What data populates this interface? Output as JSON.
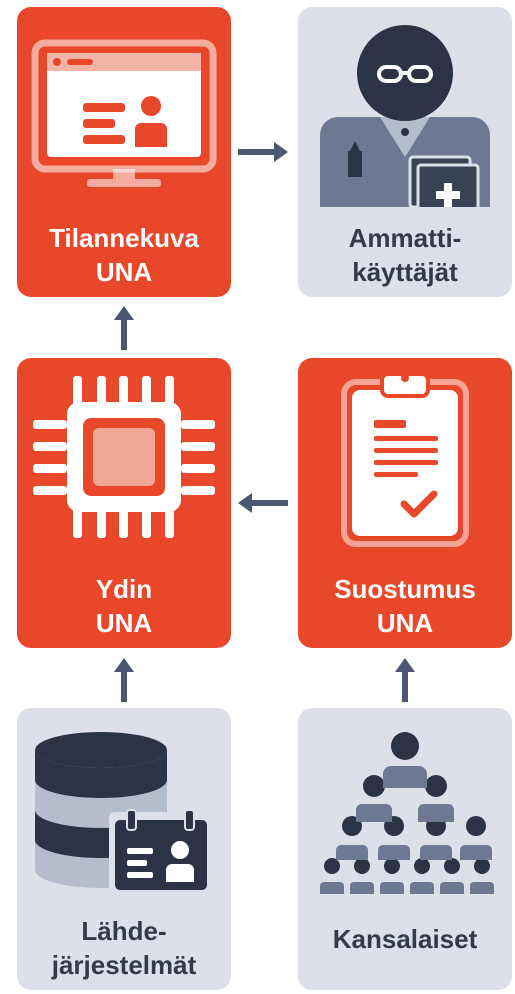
{
  "nodes": {
    "tilannekuva": {
      "line1": "Tilannekuva",
      "line2": "UNA"
    },
    "ammattikayttajat": {
      "line1": "Ammatti-",
      "line2": "käyttäjät"
    },
    "ydin": {
      "line1": "Ydin",
      "line2": "UNA"
    },
    "suostumus": {
      "line1": "Suostumus",
      "line2": "UNA"
    },
    "lahdejarjestelmat": {
      "line1": "Lähde-",
      "line2": "järjestelmät"
    },
    "kansalaiset": {
      "line1": "Kansalaiset"
    }
  },
  "colors": {
    "orange": "#e8472a",
    "gray_card": "#dde0e8",
    "arrow": "#4a5672",
    "dark_text": "#333a48"
  }
}
